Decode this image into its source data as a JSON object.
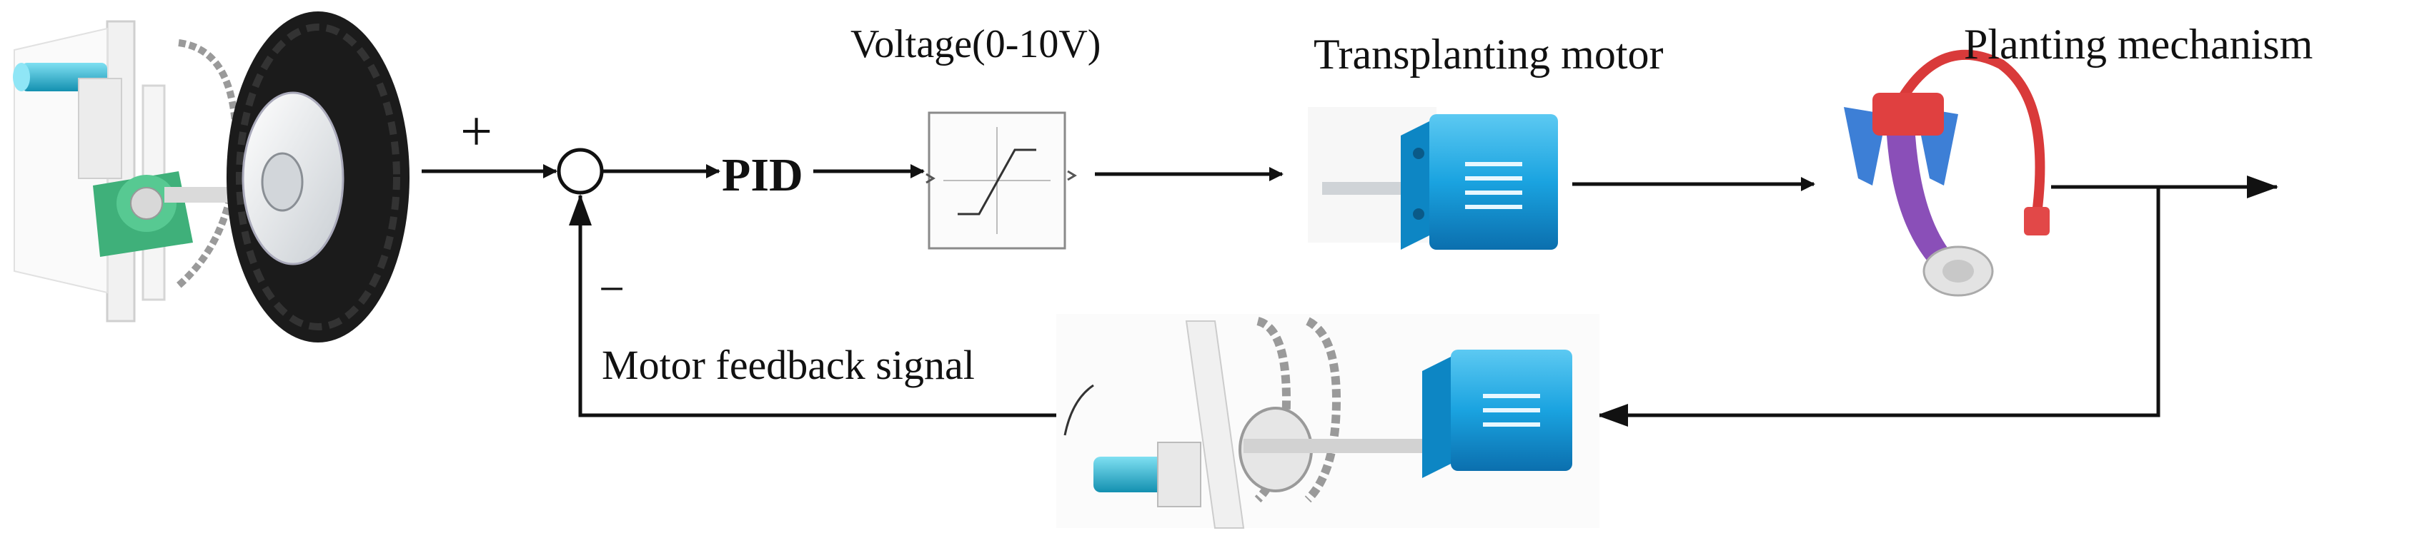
{
  "diagram": {
    "labels": {
      "voltage": "Voltage(0-10V)",
      "transplanting_motor": "Transplanting motor",
      "planting_mechanism": "Planting mechanism",
      "motor_feedback_signal": "Motor feedback signal",
      "pid": "PID",
      "plus_sign": "+",
      "minus_sign": "−"
    },
    "colors": {
      "line": "#111111",
      "motor_blue": "#1aa3e0",
      "motor_blue_dark": "#0b6fae",
      "bearing_green": "#3fb07a",
      "tire": "#1b1b1b",
      "rim": "#e9ecef",
      "chain": "#9a9a9a",
      "mechanism_red": "#d93a3a",
      "mechanism_purple": "#8a4fb8",
      "mechanism_blue": "#3d7fd6",
      "cylinder_cyan": "#22b7d6"
    }
  }
}
